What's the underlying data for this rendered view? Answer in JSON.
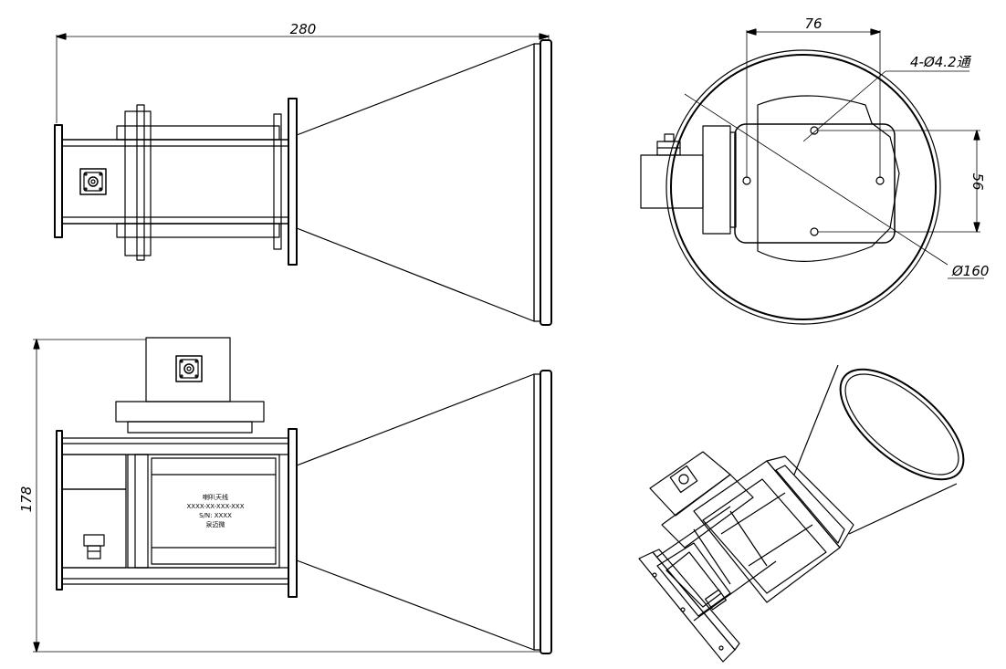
{
  "dimensions": {
    "total_length": "280",
    "total_height": "178",
    "hole_spacing_horizontal": "76",
    "hole_spacing_vertical": "56",
    "hole_callout": "4-Ø4.2通",
    "outer_diameter": "Ø160"
  },
  "nameplate": {
    "line1": "喇叭天线",
    "line2": "XXXX-XX-XXX-XXX",
    "line3": "S/N: XXXX",
    "line4": "泉迈微"
  }
}
